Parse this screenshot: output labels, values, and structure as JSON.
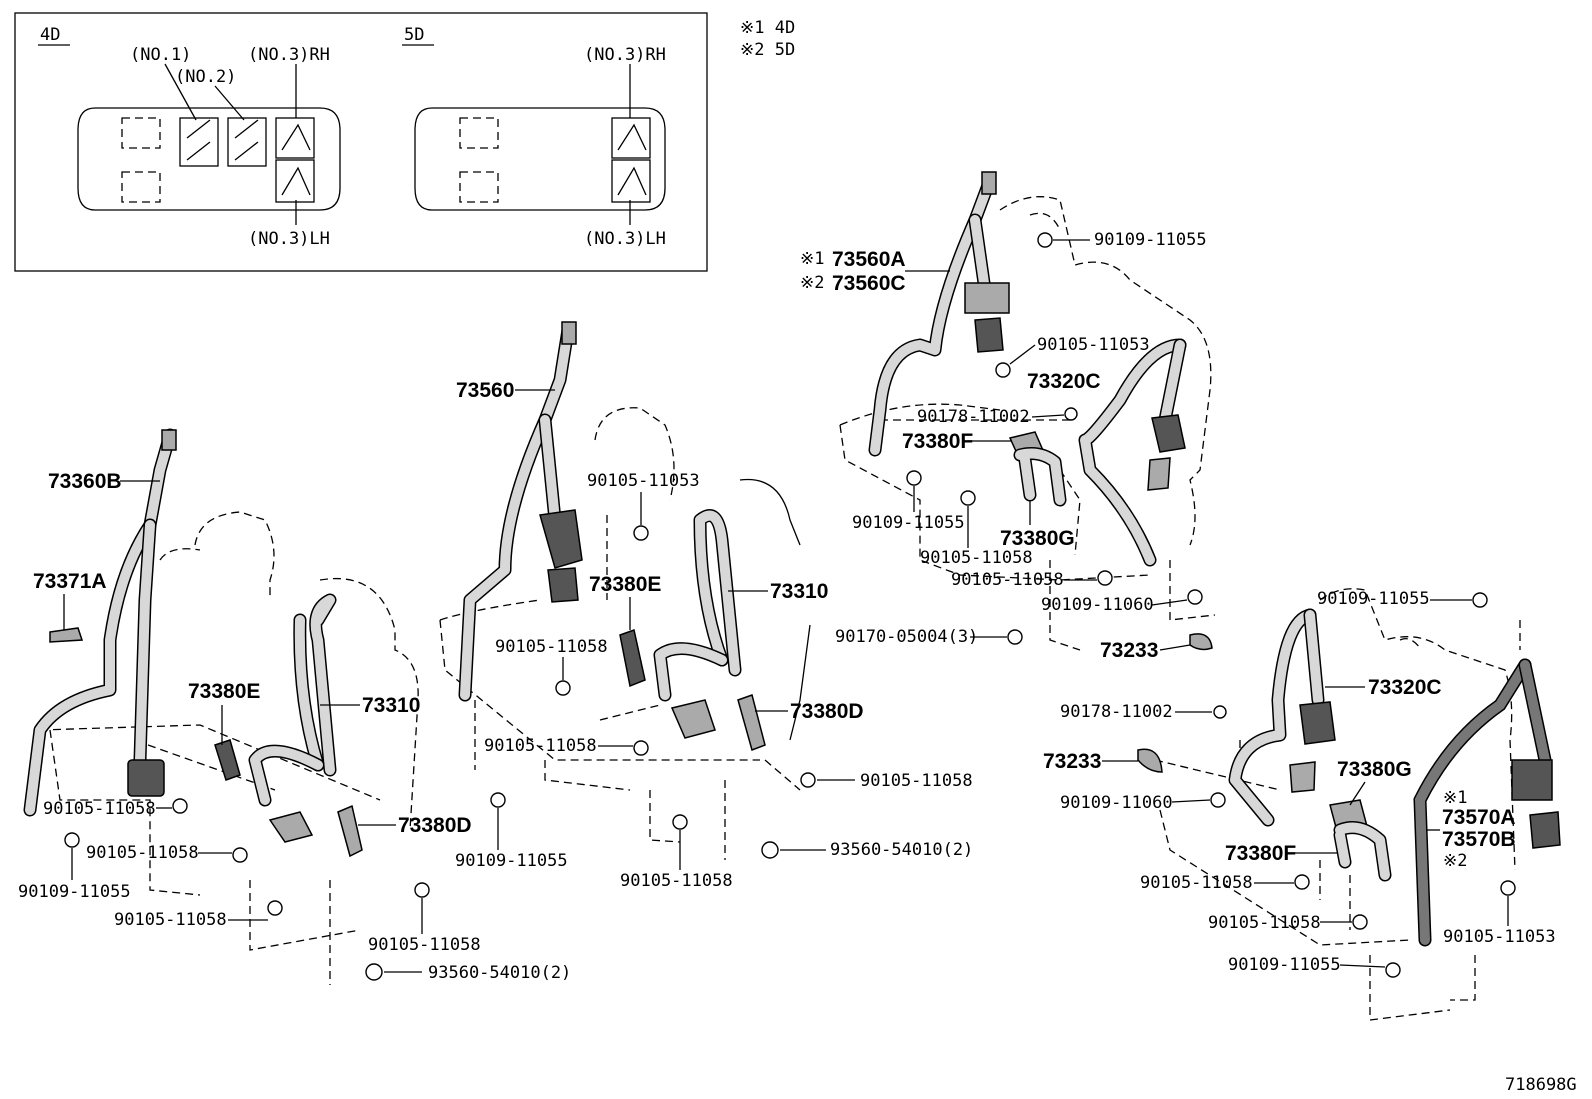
{
  "inset": {
    "left_label": "4D",
    "right_label": "5D",
    "no1": "(NO.1)",
    "no2": "(NO.2)",
    "no3rh_4d": "(NO.3)RH",
    "no3lh_4d": "(NO.3)LH",
    "no3rh_5d": "(NO.3)RH",
    "no3lh_5d": "(NO.3)LH"
  },
  "notes": {
    "n1": "※1  4D",
    "n2": "※2  5D"
  },
  "callouts": {
    "g1_73360B": "73360B",
    "g1_73371A": "73371A",
    "g1_73380E": "73380E",
    "g1_73310": "73310",
    "g1_73380D": "73380D",
    "g1_90105_11058_a": "90105-11058",
    "g1_90105_11058_b": "90105-11058",
    "g1_90109_11055": "90109-11055",
    "g1_90105_11058_c": "90105-11058",
    "g1_90105_11058_d": "90105-11058",
    "g1_93560_54010": "93560-54010(2)",
    "g2_73560": "73560",
    "g2_90105_11053": "90105-11053",
    "g2_73380E": "73380E",
    "g2_73310": "73310",
    "g2_90105_11058_a": "90105-11058",
    "g2_73380D": "73380D",
    "g2_90105_11058_b": "90105-11058",
    "g2_90105_11058_c": "90105-11058",
    "g2_90109_11055": "90109-11055",
    "g2_93560_54010": "93560-54010(2)",
    "g2_90105_11058_d": "90105-11058",
    "g3_note1": "※1",
    "g3_73560A": "73560A",
    "g3_note2": "※2",
    "g3_73560C": "73560C",
    "g3_90109_11055_a": "90109-11055",
    "g3_90105_11053": "90105-11053",
    "g3_73320C": "73320C",
    "g3_90178_11002": "90178-11002",
    "g3_73380F": "73380F",
    "g3_90109_11055_b": "90109-11055",
    "g3_73380G": "73380G",
    "g3_90105_11058_a": "90105-11058",
    "g3_90105_11058_b": "90105-11058",
    "g3_90109_11060": "90109-11060",
    "g3_90170_05004": "90170-05004(3)",
    "g3_73233": "73233",
    "g4_90109_11055_a": "90109-11055",
    "g4_73320C": "73320C",
    "g4_90178_11002": "90178-11002",
    "g4_73233": "73233",
    "g4_73380G": "73380G",
    "g4_90109_11060": "90109-11060",
    "g4_note1": "※1",
    "g4_73570A": "73570A",
    "g4_73570B": "73570B",
    "g4_note2": "※2",
    "g4_73380F": "73380F",
    "g4_90105_11058_a": "90105-11058",
    "g4_90105_11058_b": "90105-11058",
    "g4_90105_11053": "90105-11053",
    "g4_90109_11055_b": "90109-11055"
  },
  "figure_id": "718698G"
}
